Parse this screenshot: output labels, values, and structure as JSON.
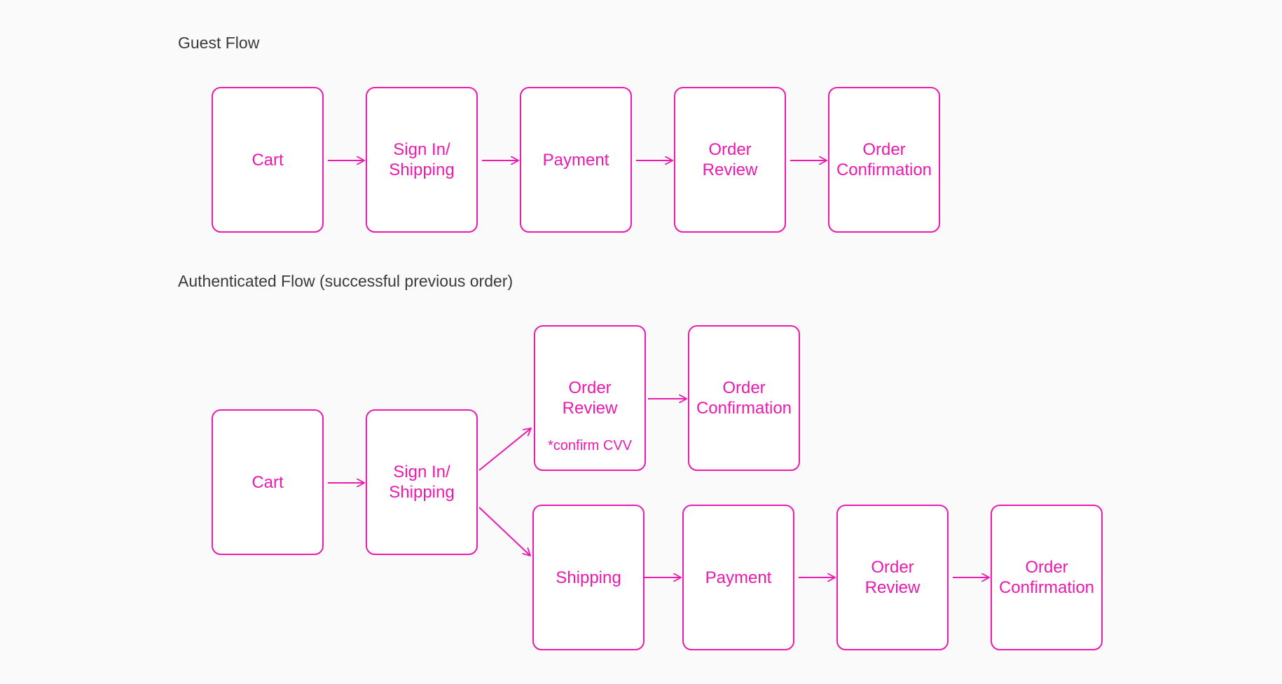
{
  "accent_color": "#ec1aae",
  "guest_flow": {
    "title": "Guest Flow",
    "steps": [
      {
        "label": "Cart"
      },
      {
        "label": "Sign In/\nShipping"
      },
      {
        "label": "Payment"
      },
      {
        "label": "Order\nReview"
      },
      {
        "label": "Order\nConfirmation"
      }
    ]
  },
  "authenticated_flow": {
    "title": "Authenticated Flow (successful previous order)",
    "steps": [
      {
        "label": "Cart"
      },
      {
        "label": "Sign In/\nShipping"
      }
    ],
    "upper_branch": [
      {
        "label": "Order\nReview",
        "note": "*confirm CVV"
      },
      {
        "label": "Order\nConfirmation"
      }
    ],
    "lower_branch": [
      {
        "label": "Shipping"
      },
      {
        "label": "Payment"
      },
      {
        "label": "Order\nReview"
      },
      {
        "label": "Order\nConfirmation"
      }
    ]
  }
}
